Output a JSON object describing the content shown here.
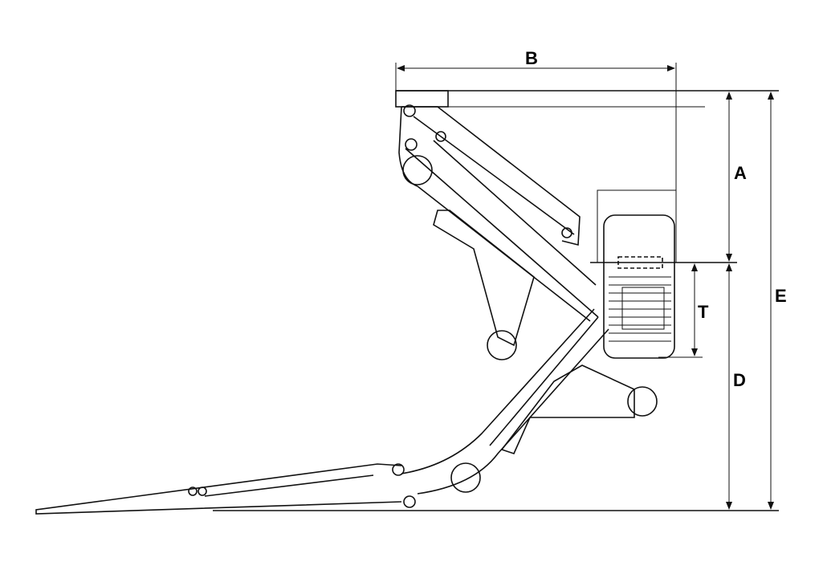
{
  "diagram": {
    "dimension_labels": {
      "A": "A",
      "B": "B",
      "D": "D",
      "E": "E",
      "T": "T"
    },
    "colors": {
      "line": "#111111",
      "background": "#ffffff"
    }
  }
}
